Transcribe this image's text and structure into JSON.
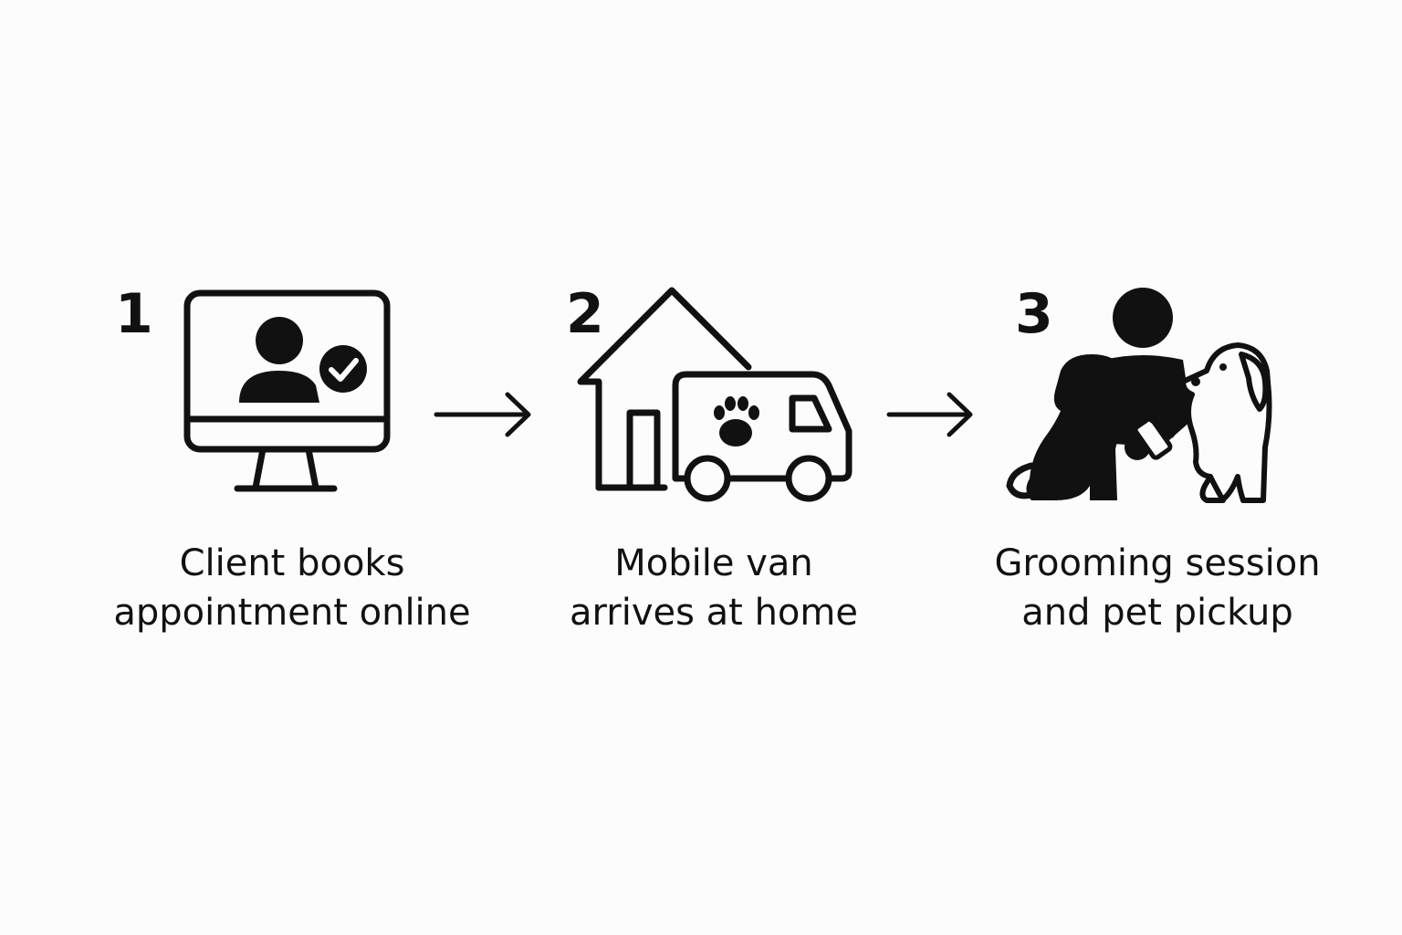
{
  "steps": [
    {
      "number": "1",
      "caption_line1": "Client books",
      "caption_line2": "appointment online",
      "icon": "computer-user-check-icon"
    },
    {
      "number": "2",
      "caption_line1": "Mobile van",
      "caption_line2": "arrives at home",
      "icon": "house-van-paw-icon"
    },
    {
      "number": "3",
      "caption_line1": "Grooming session",
      "caption_line2": "and pet pickup",
      "icon": "groomer-pets-comb-icon"
    }
  ],
  "arrows": [
    "arrow-right-icon",
    "arrow-right-icon"
  ],
  "colors": {
    "ink": "#111111",
    "background": "#fcfcfc"
  }
}
